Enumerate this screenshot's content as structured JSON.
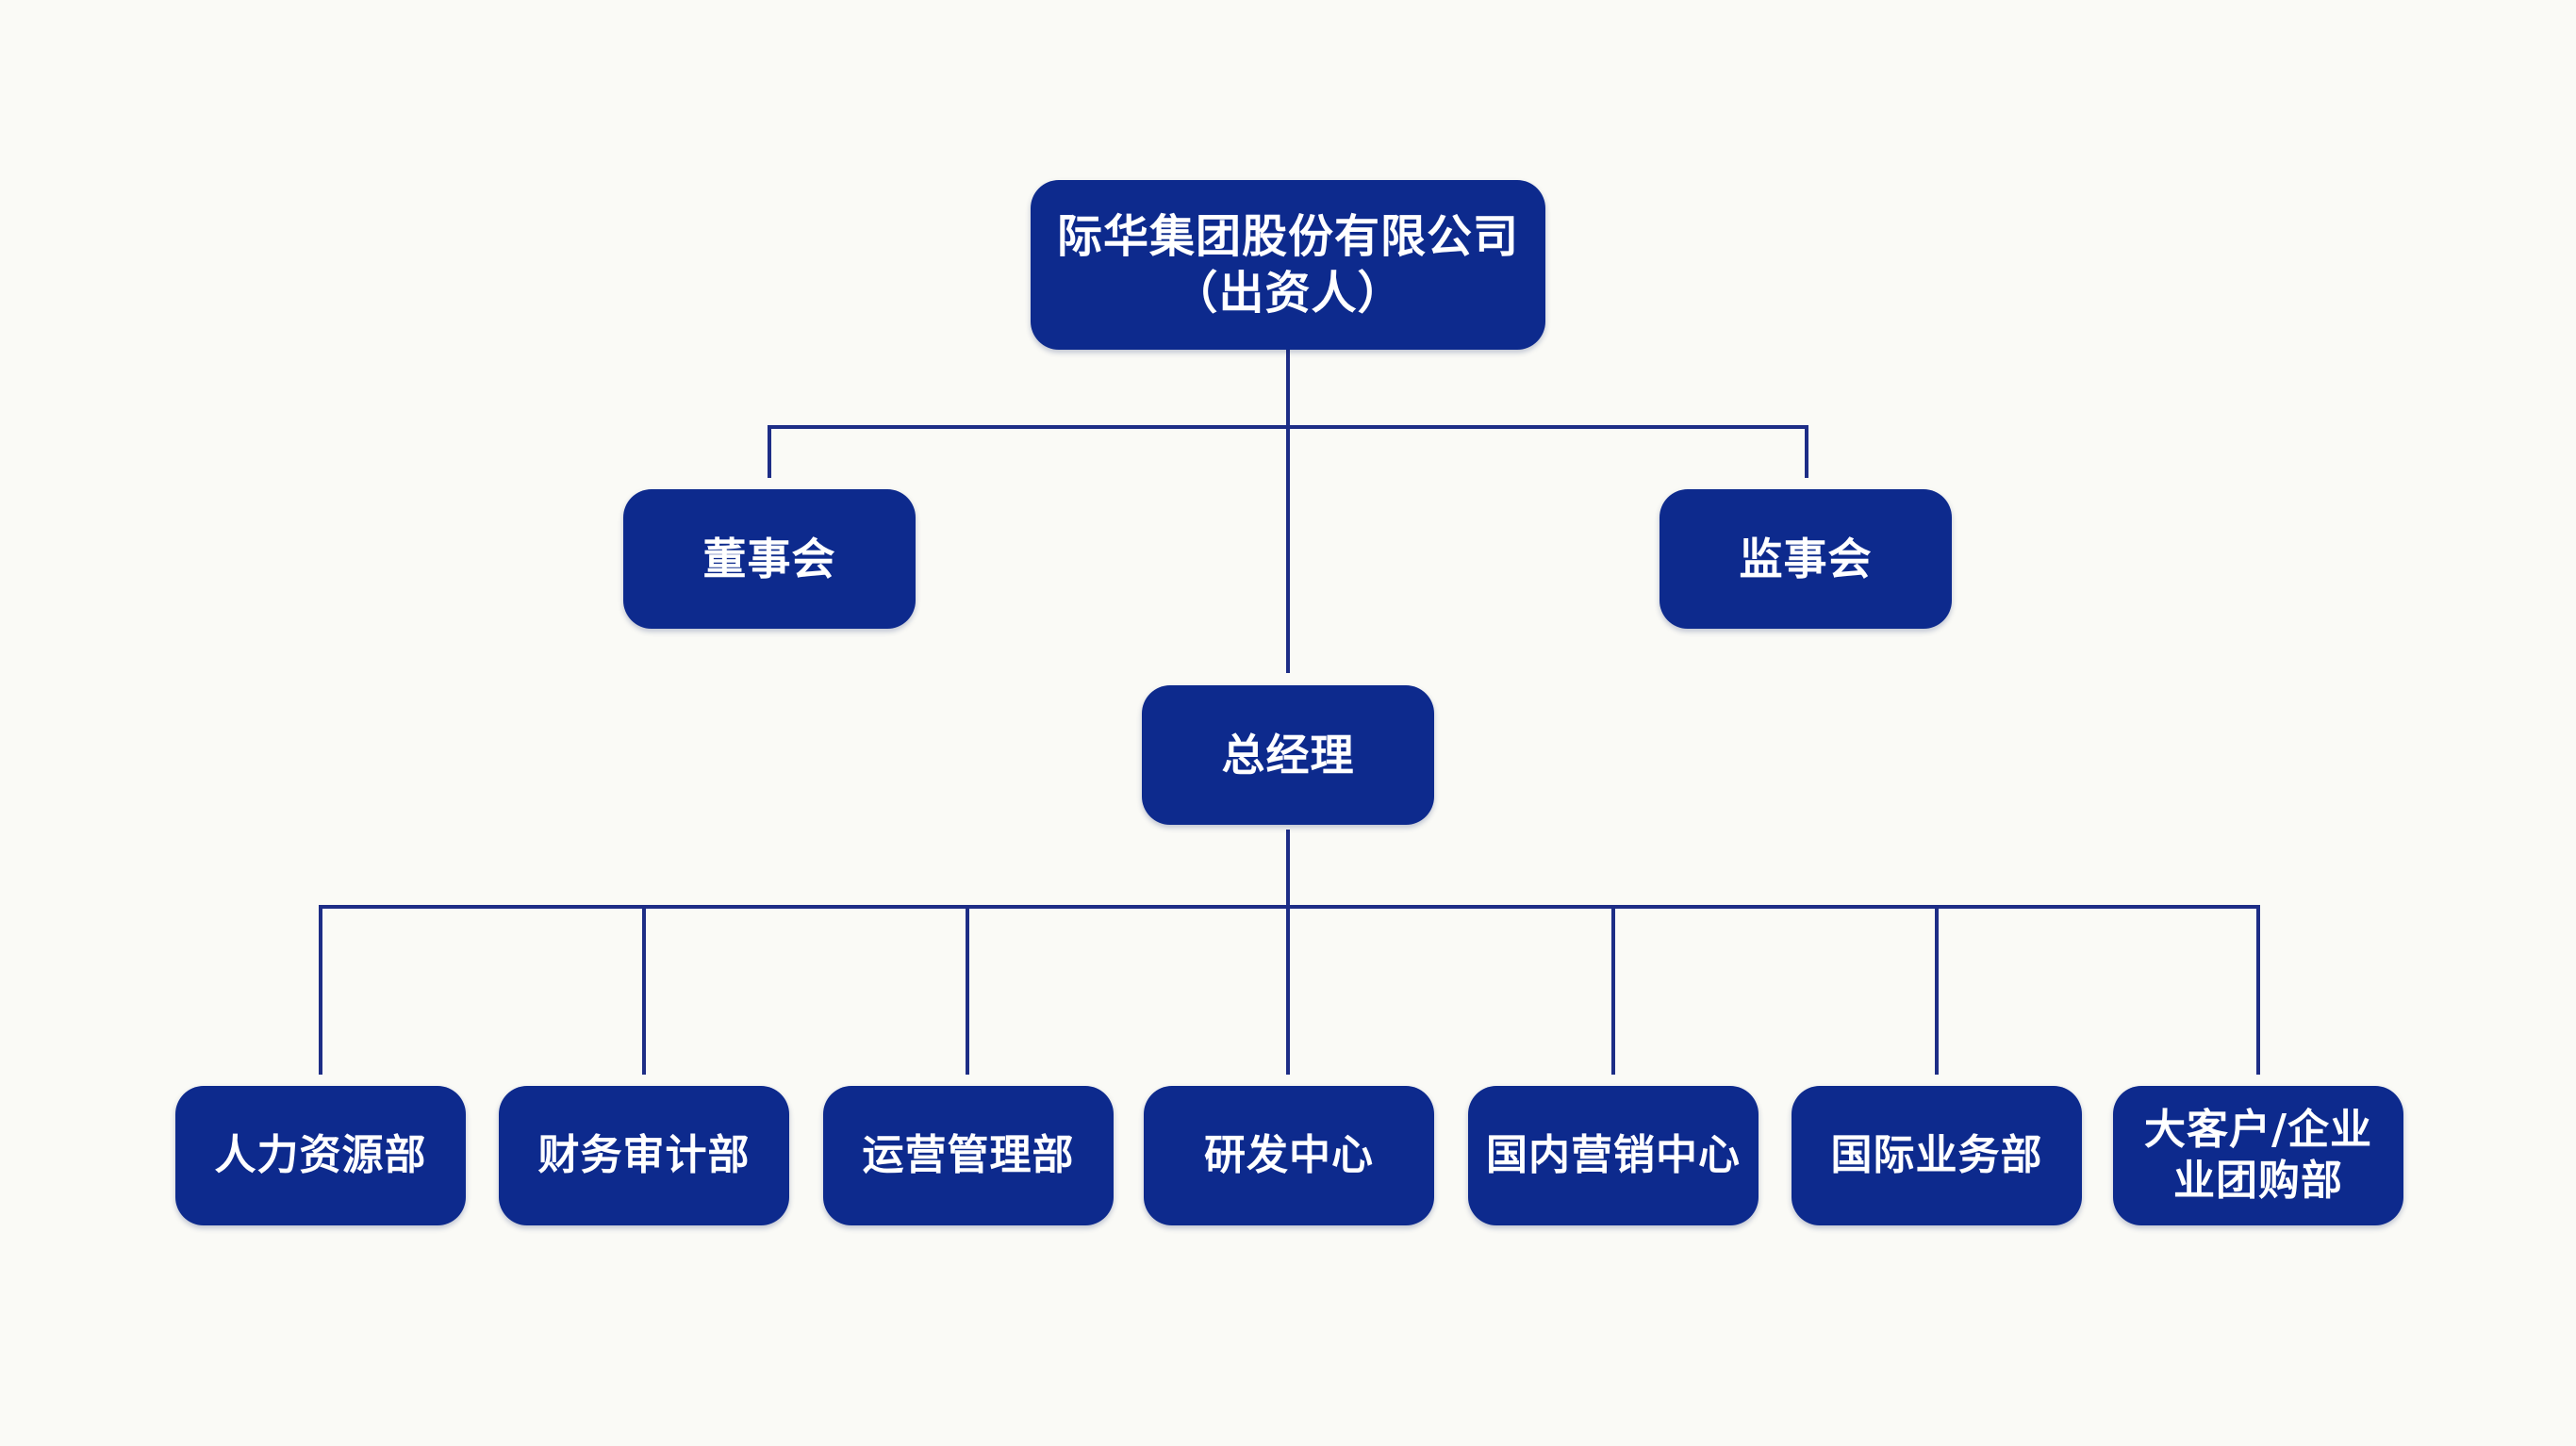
{
  "colors": {
    "background": "#fafaf6",
    "node_fill": "#0d2a8d",
    "node_text": "#ffffff",
    "connector": "#1d2d86"
  },
  "org": {
    "root": {
      "label": "际华集团股份有限公司\n（出资人）"
    },
    "board": {
      "label": "董事会"
    },
    "supervisors": {
      "label": "监事会"
    },
    "gm": {
      "label": "总经理"
    },
    "departments": [
      {
        "label": "人力资源部"
      },
      {
        "label": "财务审计部"
      },
      {
        "label": "运营管理部"
      },
      {
        "label": "研发中心"
      },
      {
        "label": "国内营销中心"
      },
      {
        "label": "国际业务部"
      },
      {
        "label": "大客户/企业\n业团购部"
      }
    ]
  }
}
